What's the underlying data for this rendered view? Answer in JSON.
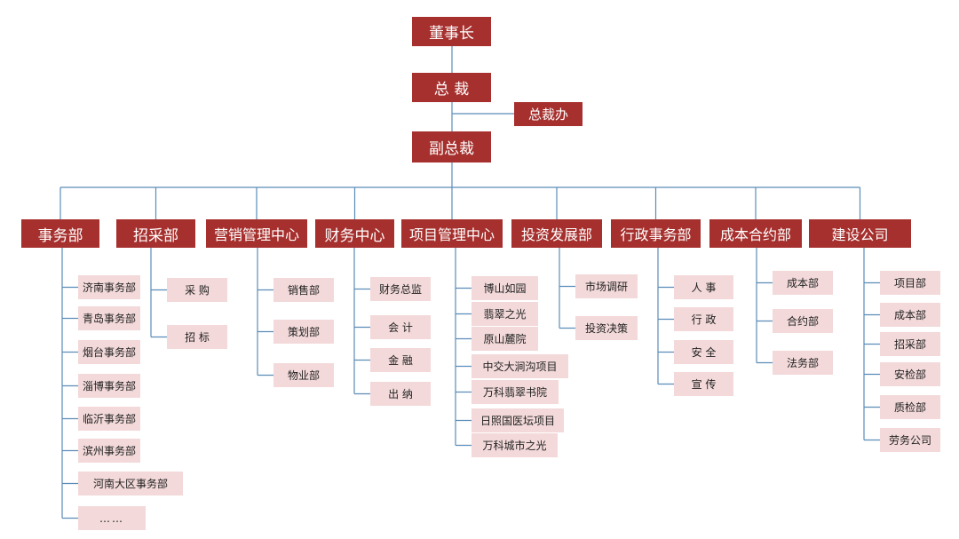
{
  "executives": {
    "chairman": "董事长",
    "president": "总 裁",
    "president_office": "总裁办",
    "vice_president": "副总裁"
  },
  "departments": [
    {
      "name": "事务部",
      "subs": [
        "济南事务部",
        "青岛事务部",
        "烟台事务部",
        "淄博事务部",
        "临沂事务部",
        "滨州事务部",
        "河南大区事务部",
        "……"
      ]
    },
    {
      "name": "招采部",
      "subs": [
        "采 购",
        "招 标"
      ]
    },
    {
      "name": "营销管理中心",
      "subs": [
        "销售部",
        "策划部",
        "物业部"
      ]
    },
    {
      "name": "财务中心",
      "subs": [
        "财务总监",
        "会 计",
        "金 融",
        "出 纳"
      ]
    },
    {
      "name": "项目管理中心",
      "subs": [
        "博山如园",
        "翡翠之光",
        "原山麓院",
        "中交大涧沟项目",
        "万科翡翠书院",
        "日照国医坛项目",
        "万科城市之光"
      ]
    },
    {
      "name": "投资发展部",
      "subs": [
        "市场调研",
        "投资决策"
      ]
    },
    {
      "name": "行政事务部",
      "subs": [
        "人 事",
        "行 政",
        "安 全",
        "宣 传"
      ]
    },
    {
      "name": "成本合约部",
      "subs": [
        "成本部",
        "合约部",
        "法务部"
      ]
    },
    {
      "name": "建设公司",
      "subs": [
        "项目部",
        "成本部",
        "招采部",
        "安检部",
        "质检部",
        "劳务公司"
      ]
    }
  ]
}
